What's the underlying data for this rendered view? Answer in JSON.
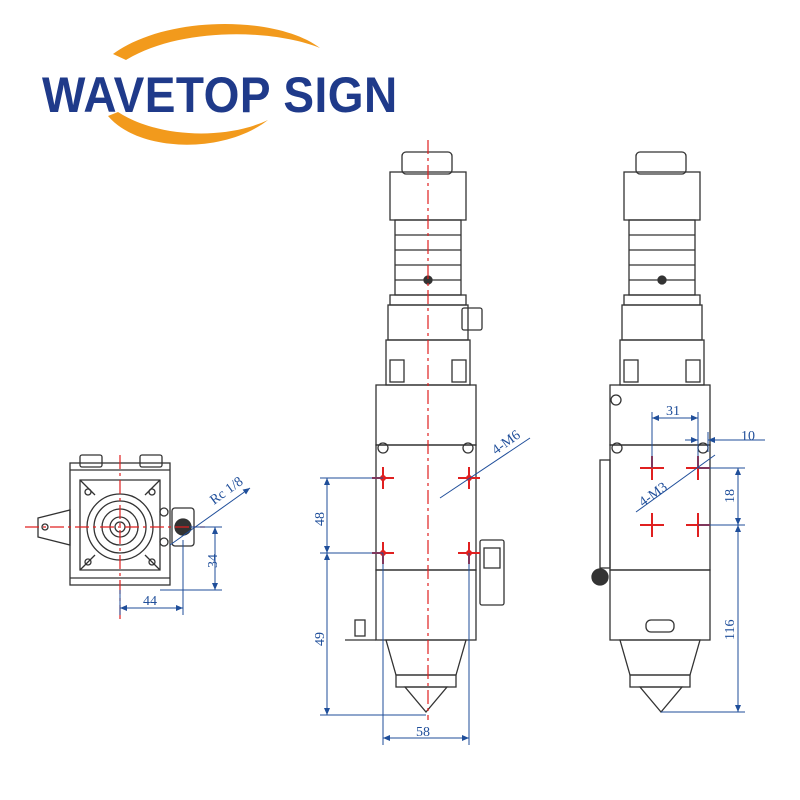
{
  "brand": {
    "name": "WAVETOP SIGN",
    "text_color": "#1f3a8a",
    "swoosh_color": "#f29a1c"
  },
  "colors": {
    "outline": "#333333",
    "dimension": "#1f4e9a",
    "centerline": "#e02020",
    "mark": "#e02020"
  },
  "top_view": {
    "labels": {
      "thread": "Rc 1/8",
      "dim_vertical": "34",
      "dim_horizontal": "44"
    }
  },
  "front_view": {
    "labels": {
      "holes": "4-M6",
      "dim_upper": "48",
      "dim_lower": "49",
      "dim_width": "58"
    }
  },
  "side_view": {
    "labels": {
      "holes": "4-M3",
      "dim_width": "31",
      "dim_offset": "10",
      "dim_spacing": "18",
      "dim_height": "116"
    }
  }
}
